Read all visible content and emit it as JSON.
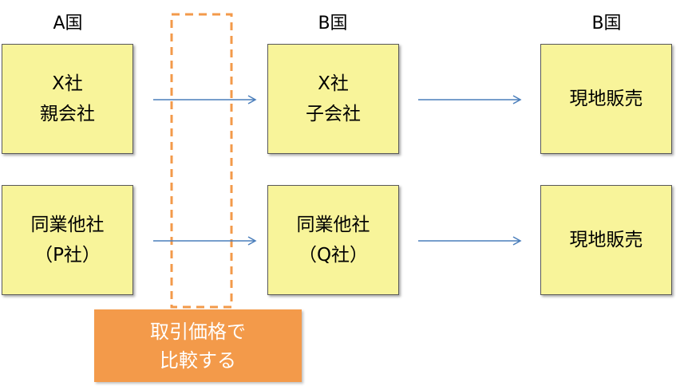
{
  "headers": {
    "col1": "A国",
    "col2": "B国",
    "col3": "B国"
  },
  "row1": {
    "parent": [
      "X社",
      "親会社"
    ],
    "subsidiary": [
      "X社",
      "子会社"
    ],
    "sales": "現地販売"
  },
  "row2": {
    "competitor_a": [
      "同業他社",
      "（P社）"
    ],
    "competitor_b": [
      "同業他社",
      "（Q社）"
    ],
    "sales": "現地販売"
  },
  "callout": [
    "取引価格で",
    "比較する"
  ],
  "colors": {
    "box_fill": "#f8f49a",
    "arrow": "#4a7ebb",
    "highlight": "#f39a4a"
  }
}
